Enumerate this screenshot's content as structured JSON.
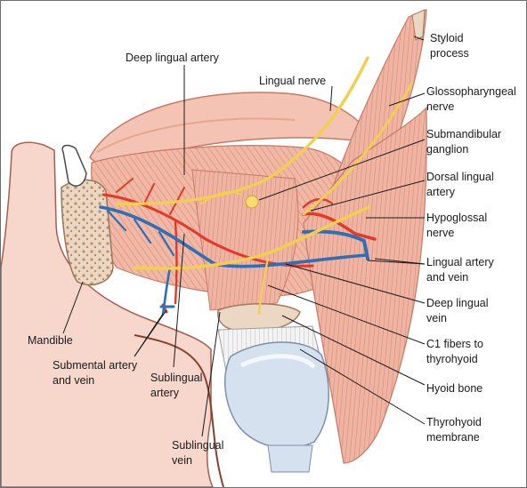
{
  "labels": {
    "styloid": [
      "Styloid",
      "process"
    ],
    "glossopharyngeal": [
      "Glossopharyngeal",
      "nerve"
    ],
    "submandibular": [
      "Submandibular",
      "ganglion"
    ],
    "dorsal_lingual": [
      "Dorsal lingual",
      "artery"
    ],
    "hypoglossal": [
      "Hypoglossal",
      "nerve"
    ],
    "lingual_av": [
      "Lingual artery",
      "and vein"
    ],
    "deep_lingual_vein": [
      "Deep lingual",
      "vein"
    ],
    "c1_fibers": [
      "C1 fibers to",
      "thyrohyoid"
    ],
    "hyoid": [
      "Hyoid bone"
    ],
    "thyrohyoid_membrane": [
      "Thyrohyoid",
      "membrane"
    ],
    "deep_lingual_artery": [
      "Deep lingual artery"
    ],
    "lingual_nerve": [
      "Lingual nerve"
    ],
    "mandible": [
      "Mandible"
    ],
    "submental": [
      "Submental artery",
      "and vein"
    ],
    "sublingual_artery": [
      "Sublingual",
      "artery"
    ],
    "sublingual_vein": [
      "Sublingual",
      "vein"
    ]
  },
  "colors": {
    "muscle": "#f1b8a6",
    "muscle_dark": "#cc7f6b",
    "skin": "#f7d7cc",
    "bone": "#ecd7c4",
    "artery": "#e23a2a",
    "vein": "#2f6fb5",
    "nerve": "#f2d04e",
    "cartilage": "#d6e1ef",
    "leader": "#1a1a1a"
  }
}
